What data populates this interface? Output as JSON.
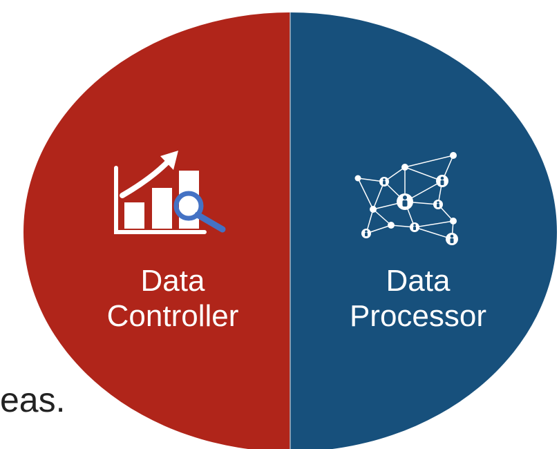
{
  "left_section": {
    "title_line1": "Data",
    "title_line2": "Controller",
    "color": "#B0251A",
    "icon": "bar-chart-magnifier-icon"
  },
  "right_section": {
    "title_line1": "Data",
    "title_line2": "Processor",
    "color": "#17507C",
    "icon": "people-network-icon"
  },
  "background_text": "eas.",
  "icon_accent_color": "#4472C4"
}
